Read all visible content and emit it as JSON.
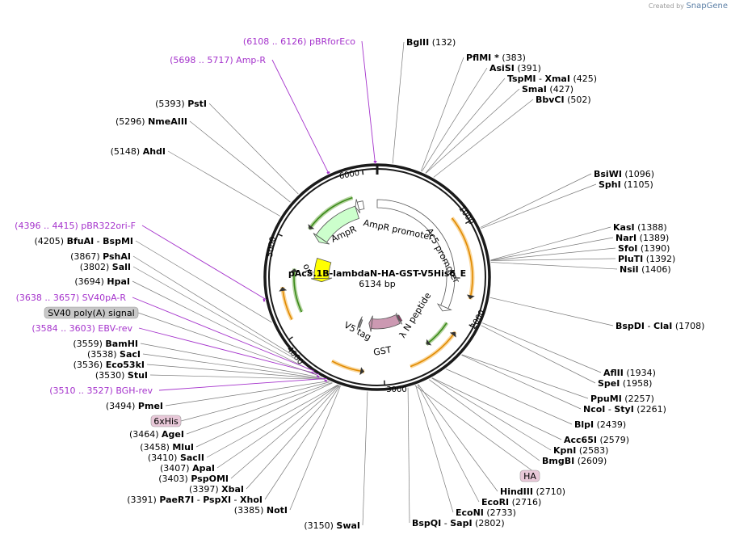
{
  "watermark": {
    "created_by": "Created by",
    "brand": "SnapGene"
  },
  "plasmid": {
    "name": "pAc5.1B-lambdaN-HA-GST-V5His6_E",
    "size_label": "6134 bp",
    "length": 6134
  },
  "ticks": [
    "1000",
    "2000",
    "3000",
    "4000",
    "5000",
    "6000"
  ],
  "sites": [
    {
      "label_parts": [
        {
          "name": "BglII",
          "pos": "(132)"
        }
      ],
      "bp": 132
    },
    {
      "label_parts": [
        {
          "name": "PflMI *",
          "pos": "(383)"
        }
      ],
      "bp": 383
    },
    {
      "label_parts": [
        {
          "name": "AsiSI",
          "pos": "(391)"
        }
      ],
      "bp": 391
    },
    {
      "label_parts": [
        {
          "name": "TspMI",
          "pos": ""
        },
        {
          "name": "XmaI",
          "pos": "(425)"
        }
      ],
      "bp": 425
    },
    {
      "label_parts": [
        {
          "name": "SmaI",
          "pos": "(427)"
        }
      ],
      "bp": 427
    },
    {
      "label_parts": [
        {
          "name": "BbvCI",
          "pos": "(502)"
        }
      ],
      "bp": 502
    },
    {
      "label_parts": [
        {
          "name": "BsiWI",
          "pos": "(1096)"
        }
      ],
      "bp": 1096
    },
    {
      "label_parts": [
        {
          "name": "SphI",
          "pos": "(1105)"
        }
      ],
      "bp": 1105
    },
    {
      "label_parts": [
        {
          "name": "KasI",
          "pos": "(1388)"
        }
      ],
      "bp": 1388
    },
    {
      "label_parts": [
        {
          "name": "NarI",
          "pos": "(1389)"
        }
      ],
      "bp": 1389
    },
    {
      "label_parts": [
        {
          "name": "SfoI",
          "pos": "(1390)"
        }
      ],
      "bp": 1390
    },
    {
      "label_parts": [
        {
          "name": "PluTI",
          "pos": "(1392)"
        }
      ],
      "bp": 1392
    },
    {
      "label_parts": [
        {
          "name": "NsiI",
          "pos": "(1406)"
        }
      ],
      "bp": 1406
    },
    {
      "label_parts": [
        {
          "name": "BspDI",
          "pos": ""
        },
        {
          "name": "ClaI",
          "pos": "(1708)"
        }
      ],
      "bp": 1708
    },
    {
      "label_parts": [
        {
          "name": "AflII",
          "pos": "(1934)"
        }
      ],
      "bp": 1934
    },
    {
      "label_parts": [
        {
          "name": "SpeI",
          "pos": "(1958)"
        }
      ],
      "bp": 1958
    },
    {
      "label_parts": [
        {
          "name": "PpuMI",
          "pos": "(2257)"
        }
      ],
      "bp": 2257
    },
    {
      "label_parts": [
        {
          "name": "NcoI",
          "pos": ""
        },
        {
          "name": "StyI",
          "pos": "(2261)"
        }
      ],
      "bp": 2261
    },
    {
      "label_parts": [
        {
          "name": "BlpI",
          "pos": "(2439)"
        }
      ],
      "bp": 2439
    },
    {
      "label_parts": [
        {
          "name": "Acc65I",
          "pos": "(2579)"
        }
      ],
      "bp": 2579
    },
    {
      "label_parts": [
        {
          "name": "KpnI",
          "pos": "(2583)"
        }
      ],
      "bp": 2583
    },
    {
      "label_parts": [
        {
          "name": "BmgBI",
          "pos": "(2609)"
        }
      ],
      "bp": 2609
    },
    {
      "label_parts": [
        {
          "name": "HindIII",
          "pos": "(2710)"
        }
      ],
      "bp": 2710
    },
    {
      "label_parts": [
        {
          "name": "EcoRI",
          "pos": "(2716)"
        }
      ],
      "bp": 2716
    },
    {
      "label_parts": [
        {
          "name": "EcoNI",
          "pos": "(2733)"
        }
      ],
      "bp": 2733
    },
    {
      "label_parts": [
        {
          "name": "BspQI",
          "pos": ""
        },
        {
          "name": "SapI",
          "pos": "(2802)"
        }
      ],
      "bp": 2802
    },
    {
      "label_parts": [
        {
          "name": "SwaI",
          "pos": "(3150)"
        }
      ],
      "bp": 3150
    },
    {
      "label_parts": [
        {
          "name": "NotI",
          "pos": "(3385)"
        }
      ],
      "bp": 3385
    },
    {
      "label_parts": [
        {
          "name": "PaeR7I",
          "pos": "(3391)"
        },
        {
          "name": "PspXI",
          "pos": ""
        },
        {
          "name": "XhoI",
          "pos": ""
        }
      ],
      "bp": 3391
    },
    {
      "label_parts": [
        {
          "name": "XbaI",
          "pos": "(3397)"
        }
      ],
      "bp": 3397
    },
    {
      "label_parts": [
        {
          "name": "PspOMI",
          "pos": "(3403)"
        }
      ],
      "bp": 3403
    },
    {
      "label_parts": [
        {
          "name": "ApaI",
          "pos": "(3407)"
        }
      ],
      "bp": 3407
    },
    {
      "label_parts": [
        {
          "name": "SacII",
          "pos": "(3410)"
        }
      ],
      "bp": 3410
    },
    {
      "label_parts": [
        {
          "name": "MluI",
          "pos": "(3458)"
        }
      ],
      "bp": 3458
    },
    {
      "label_parts": [
        {
          "name": "AgeI",
          "pos": "(3464)"
        }
      ],
      "bp": 3464
    },
    {
      "label_parts": [
        {
          "name": "PmeI",
          "pos": "(3494)"
        }
      ],
      "bp": 3494
    },
    {
      "label_parts": [
        {
          "name": "StuI",
          "pos": "(3530)"
        }
      ],
      "bp": 3530
    },
    {
      "label_parts": [
        {
          "name": "Eco53kI",
          "pos": "(3536)"
        }
      ],
      "bp": 3536
    },
    {
      "label_parts": [
        {
          "name": "SacI",
          "pos": "(3538)"
        }
      ],
      "bp": 3538
    },
    {
      "label_parts": [
        {
          "name": "BamHI",
          "pos": "(3559)"
        }
      ],
      "bp": 3559
    },
    {
      "label_parts": [
        {
          "name": "HpaI",
          "pos": "(3694)"
        }
      ],
      "bp": 3694
    },
    {
      "label_parts": [
        {
          "name": "SalI",
          "pos": "(3802)"
        }
      ],
      "bp": 3802
    },
    {
      "label_parts": [
        {
          "name": "PshAI",
          "pos": "(3867)"
        }
      ],
      "bp": 3867
    },
    {
      "label_parts": [
        {
          "name": "BfuAI",
          "pos": "(4205)"
        },
        {
          "name": "BspMI",
          "pos": ""
        }
      ],
      "bp": 4205
    },
    {
      "label_parts": [
        {
          "name": "AhdI",
          "pos": "(5148)"
        }
      ],
      "bp": 5148
    },
    {
      "label_parts": [
        {
          "name": "NmeAIII",
          "pos": "(5296)"
        }
      ],
      "bp": 5296
    },
    {
      "label_parts": [
        {
          "name": "PstI",
          "pos": "(5393)"
        }
      ],
      "bp": 5393
    }
  ],
  "primers": [
    {
      "range": "(6108 .. 6126)",
      "name": "pBRforEco",
      "bp": 6117
    },
    {
      "range": "(5698 .. 5717)",
      "name": "Amp-R",
      "bp": 5707
    },
    {
      "range": "(4396 .. 4415)",
      "name": "pBR322ori-F",
      "bp": 4405
    },
    {
      "range": "(3638 .. 3657)",
      "name": "SV40pA-R",
      "bp": 3647
    },
    {
      "range": "(3584 .. 3603)",
      "name": "EBV-rev",
      "bp": 3593
    },
    {
      "range": "(3510 .. 3527)",
      "name": "BGH-rev",
      "bp": 3518
    }
  ],
  "feature_boxes": [
    {
      "label": "SV40 poly(A) signal",
      "color": "#c8c8c8",
      "bp": 3600
    },
    {
      "label": "6xHis",
      "color": "#e8c8d8",
      "bp": 3480
    },
    {
      "label": "HA",
      "color": "#e8c8d8",
      "bp": 2740
    }
  ],
  "features": [
    {
      "label": "AmpR",
      "start": 5840,
      "end": 5130,
      "color": "#ccffcc"
    },
    {
      "label": "AmpR promoter",
      "start": 5950,
      "end": 5840,
      "color": "#ffffff"
    },
    {
      "label": "Ac5 promoter",
      "start": 6134,
      "end": 2000,
      "color": "#ffffff"
    },
    {
      "label": "ori",
      "start": 4900,
      "end": 4520,
      "color": "#ffff00"
    },
    {
      "label": "GST",
      "start": 2620,
      "end": 3240,
      "color": "#cc99b2"
    },
    {
      "label": "λ N peptide",
      "start": 2560,
      "end": 2610,
      "color": "#993366"
    },
    {
      "label": "V5 tag",
      "start": 3390,
      "end": 3440,
      "color": "#999999"
    }
  ],
  "colors": {
    "backbone": "#1a1a1a",
    "primer": "#a533cc",
    "orf": "#f5a623",
    "orf_inner": "#5aa02c"
  }
}
